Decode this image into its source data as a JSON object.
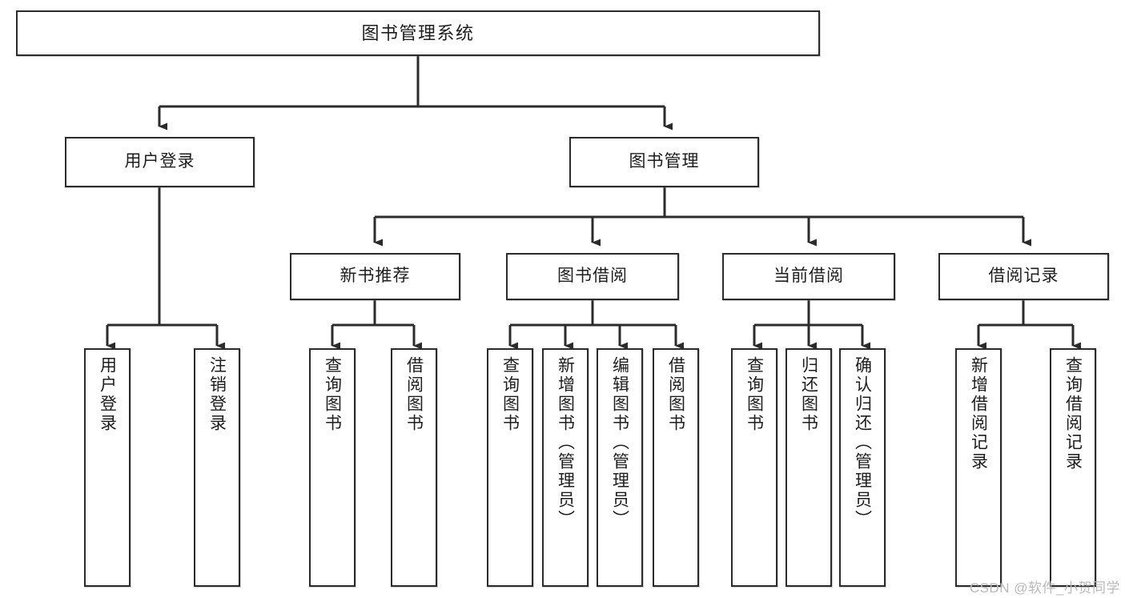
{
  "diagram": {
    "title": "图书管理系统",
    "watermark": "CSDN @软件_小贺同学",
    "colors": {
      "border": "#2b2b2b",
      "background": "#ffffff",
      "text": "#1d1d1d",
      "watermark": "#b9b9b9"
    }
  },
  "root": {
    "label": "图书管理系统"
  },
  "level2": [
    {
      "label": "用户登录"
    },
    {
      "label": "图书管理"
    }
  ],
  "level3": [
    {
      "label": "新书推荐"
    },
    {
      "label": "图书借阅"
    },
    {
      "label": "当前借阅"
    },
    {
      "label": "借阅记录"
    }
  ],
  "leaves": {
    "user_login": [
      {
        "label": "用户登录"
      },
      {
        "label": "注销登录"
      }
    ],
    "new_book_recommend": [
      {
        "label": "查询图书"
      },
      {
        "label": "借阅图书"
      }
    ],
    "book_borrow": [
      {
        "label": "查询图书"
      },
      {
        "label": "新增图书（管理员）"
      },
      {
        "label": "编辑图书（管理员）"
      },
      {
        "label": "借阅图书"
      }
    ],
    "current_borrow": [
      {
        "label": "查询图书"
      },
      {
        "label": "归还图书"
      },
      {
        "label": "确认归还（管理员）"
      }
    ],
    "borrow_record": [
      {
        "label": "新增借阅记录"
      },
      {
        "label": "查询借阅记录"
      }
    ]
  }
}
